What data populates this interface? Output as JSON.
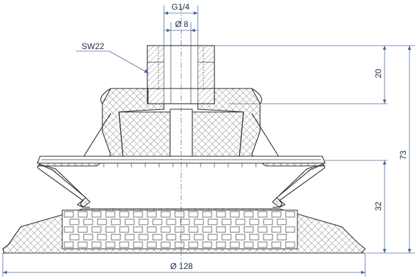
{
  "dimensions": {
    "thread": "G1/4",
    "bore_diameter": "Ø 8",
    "wrench_size": "SW22",
    "fitting_height": "20",
    "total_height": "73",
    "bellows_height": "32",
    "outer_diameter": "Ø 128"
  },
  "colors": {
    "line": "#2a2a2a",
    "dimension": "#4a6a9a",
    "text": "#1a2a4a",
    "hatch": "#6a6a6a"
  }
}
